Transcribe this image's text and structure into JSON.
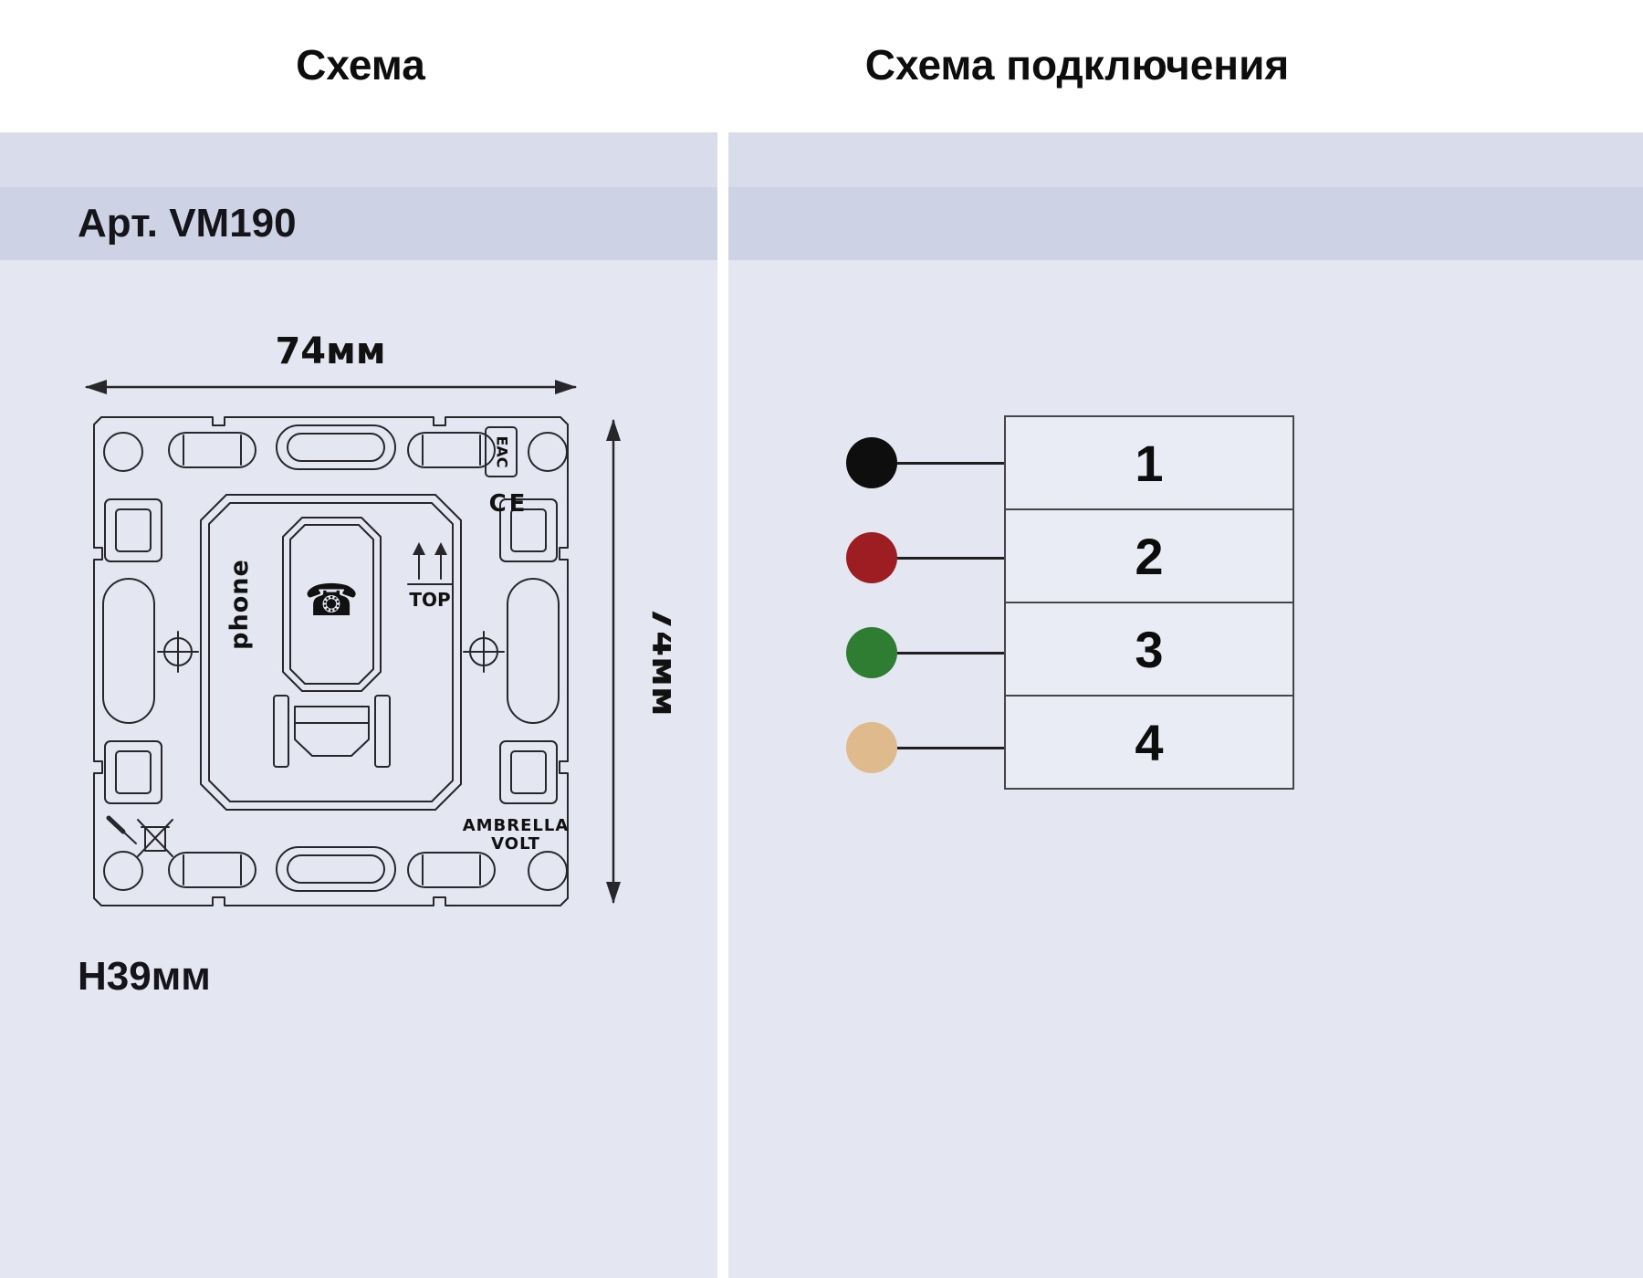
{
  "header": {
    "left_title": "Схема",
    "right_title": "Схема подключения"
  },
  "product": {
    "article": "Арт. VM190"
  },
  "dimensions": {
    "width": "74мм",
    "height": "74мм",
    "depth": "H39мм"
  },
  "drawing": {
    "phone_label": "phone",
    "phone_glyph": "☎",
    "top_label": "TOP",
    "eac_label": "EAC",
    "ce_label": "CE",
    "brand_line1": "AMBRELLA",
    "brand_line2": "VOLT"
  },
  "connection": {
    "pins": [
      {
        "number": "1",
        "color": "#0e0e0e"
      },
      {
        "number": "2",
        "color": "#9e1d23"
      },
      {
        "number": "3",
        "color": "#2e7d32"
      },
      {
        "number": "4",
        "color": "#dfba8c"
      }
    ]
  },
  "colors": {
    "band_light": "#d9dcea",
    "band_article": "#cdd2e4",
    "content_bg": "#e4e7f1",
    "line": "#1f1f1f"
  }
}
